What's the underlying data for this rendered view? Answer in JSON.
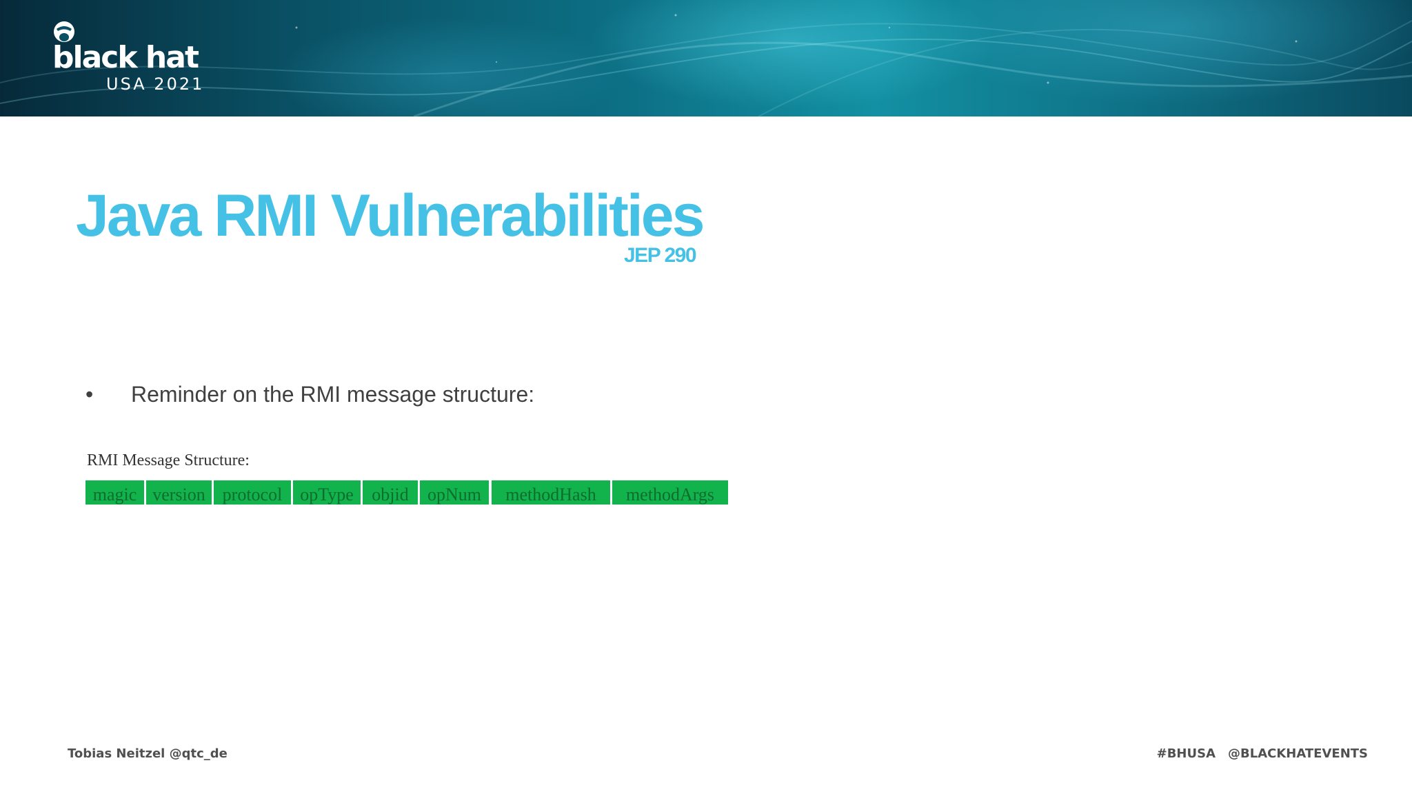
{
  "header": {
    "logo": {
      "brand": "black hat",
      "event": "USA 2021"
    }
  },
  "slide": {
    "title": "Java RMI Vulnerabilities",
    "subtitle": "JEP 290",
    "bullets": [
      {
        "symbol": "•",
        "text": "Reminder on the RMI message structure:"
      }
    ],
    "structure": {
      "label": "RMI Message Structure:",
      "fields": [
        "magic",
        "version",
        "protocol",
        "opType",
        "objid",
        "opNum",
        "methodHash",
        "methodArgs"
      ],
      "field_color": "#12b24c"
    }
  },
  "footer": {
    "author": "Tobias Neitzel @qtc_de",
    "hashtag": "#BHUSA",
    "handle": "@BLACKHATEVENTS"
  },
  "colors": {
    "title": "#45c1e6",
    "body_text": "#404040",
    "banner_dark": "#062a3a",
    "banner_light": "#1390a3"
  }
}
